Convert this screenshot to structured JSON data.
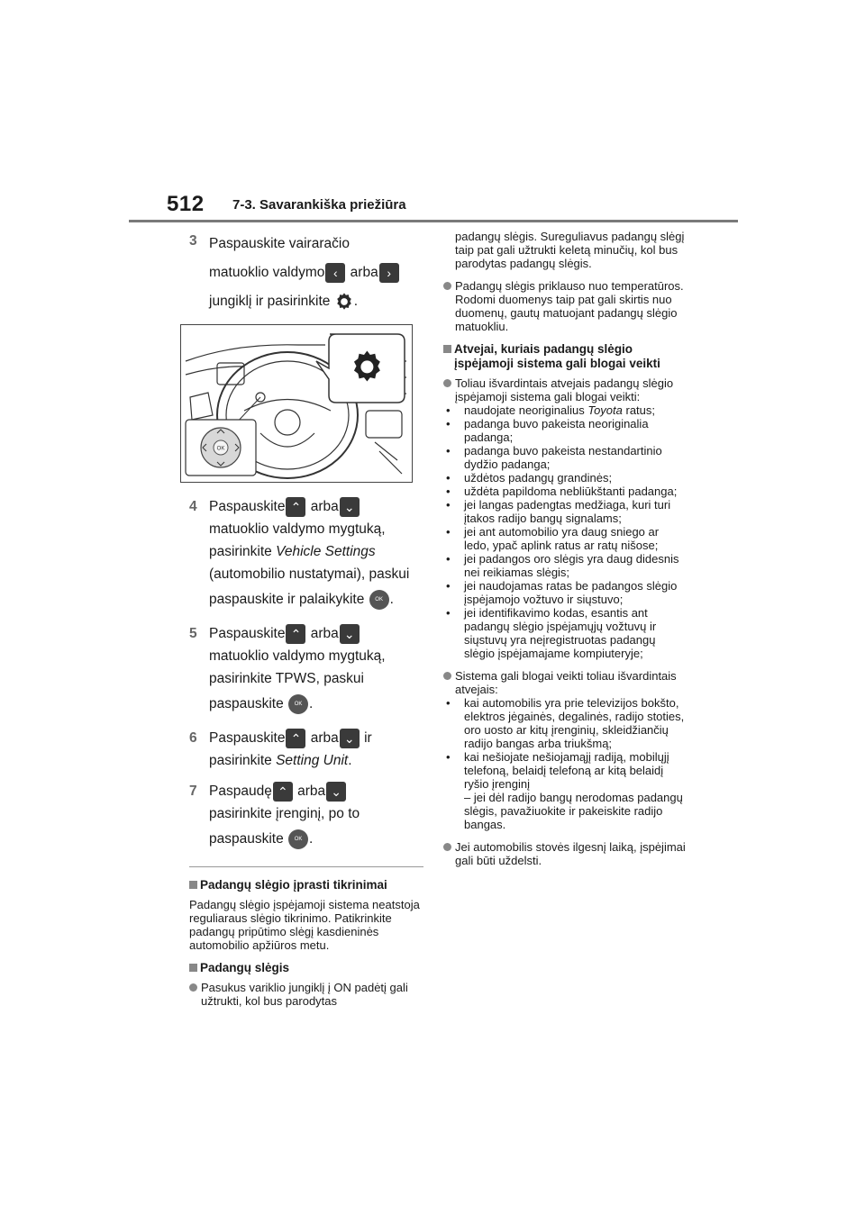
{
  "header": {
    "page_number": "512",
    "section": "7-3. Savarankiška priežiūra"
  },
  "steps": [
    {
      "num": "3",
      "lines": [
        "Paspauskite vairaračio",
        "matuoklio valdymo",
        " arba",
        "jungiklį ir pasirinkite",
        "."
      ]
    },
    {
      "num": "4",
      "lines": [
        "Paspauskite",
        " arba",
        "matuoklio valdymo mygtuką,",
        "pasirinkite ",
        "Vehicle Settings",
        "(automobilio nustatymai), paskui",
        "paspauskite ir palaikykite",
        "."
      ]
    },
    {
      "num": "5",
      "lines": [
        "Paspauskite",
        " arba",
        "matuoklio valdymo mygtuką,",
        "pasirinkite TPWS, paskui",
        "paspauskite",
        "."
      ]
    },
    {
      "num": "6",
      "lines": [
        "Paspauskite",
        " arba",
        " ir",
        "pasirinkite ",
        "Setting Unit",
        "."
      ]
    },
    {
      "num": "7",
      "lines": [
        "Paspaudę",
        " arba",
        "pasirinkite įrenginį, po to",
        "paspauskite",
        "."
      ]
    }
  ],
  "icons": {
    "left": "‹",
    "right": "›",
    "up": "⌃",
    "down": "⌄",
    "ok": "OK"
  },
  "left_sections": {
    "checks_title": "Padangų slėgio įprasti tikrinimai",
    "checks_text": "Padangų slėgio įspėjamoji sistema neatstoja reguliaraus slėgio tikrinimo. Patikrinkite padangų pripūtimo slėgį kasdieninės automobilio apžiūros metu.",
    "pressure_title": "Padangų slėgis",
    "pressure_bullet": "Pasukus variklio jungiklį į ON padėtį gali užtrukti, kol bus parodytas"
  },
  "right": {
    "cont": "padangų slėgis. Sureguliavus padangų slėgį taip pat gali užtrukti keletą minučių, kol bus parodytas padangų slėgis.",
    "temp_bullet": "Padangų slėgis priklauso nuo temperatūros. Rodomi duomenys taip pat gali skirtis nuo duomenų, gautų matuojant padangų slėgio matuokliu.",
    "cases_title": "Atvejai, kuriais padangų slėgio įspėjamoji sistema gali blogai veikti",
    "cases_intro": "Toliau išvardintais atvejais padangų slėgio įspėjamoji sistema gali blogai veikti:",
    "cases_first_pre": "naudojate neoriginalius ",
    "cases_first_brand": "Toyota",
    "cases_first_post": " ratus;",
    "cases_items": [
      "padanga buvo pakeista neoriginalia padanga;",
      "padanga buvo pakeista nestandartinio dydžio padanga;",
      "uždėtos padangų grandinės;",
      "uždėta papildoma nebliūkštanti padanga;",
      "jei langas padengtas medžiaga, kuri turi įtakos radijo bangų signalams;",
      "jei ant automobilio yra daug sniego ar ledo, ypač aplink ratus ar ratų nišose;",
      "jei padangos oro slėgis yra daug didesnis nei reikiamas slėgis;",
      "jei naudojamas ratas be padangos slėgio įspėjamojo vožtuvo ir siųstuvo;",
      "jei identifikavimo kodas, esantis ant padangų slėgio įspėjamųjų vožtuvų ir siųstuvų yra neįregistruotas padangų slėgio įspėjamajame kompiuteryje;"
    ],
    "interf_intro": "Sistema gali blogai veikti toliau išvardintais atvejais:",
    "interf_items": [
      "kai automobilis yra prie televizijos bokšto, elektros jėgainės, degalinės, radijo stoties, oro uosto ar kitų įrenginių, skleidžiančių radijo bangas arba triukšmą;",
      "kai nešiojate nešiojamąjį radiją, mobilųjį telefoną, belaidį telefoną ar kitą belaidį ryšio įrenginį"
    ],
    "interf_note": "– jei dėl radijo bangų nerodomas padangų slėgis, pavažiuokite ir pakeiskite radijo bangas.",
    "delay_bullet": "Jei automobilis stovės ilgesnį laiką, įspėjimai gali būti uždelsti."
  }
}
